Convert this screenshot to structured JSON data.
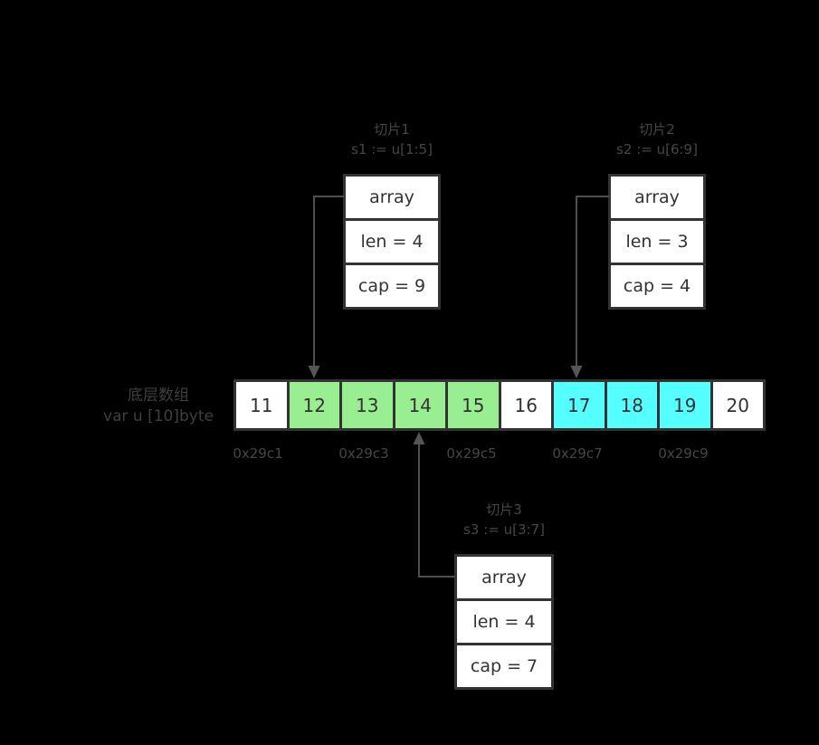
{
  "colors": {
    "background": "#000000",
    "cell_border": "#333333",
    "cell_text": "#333333",
    "dim_text": "#464646",
    "arrow": "#4f4f4f",
    "slice1_fill": "#98ee90",
    "slice2_fill": "#55ffff",
    "default_fill": "#ffffff"
  },
  "slices": [
    {
      "title": "切片1",
      "expr": "s1 := u[1:5]",
      "fields": [
        "array",
        "len = 4",
        "cap = 9"
      ]
    },
    {
      "title": "切片2",
      "expr": "s2 := u[6:9]",
      "fields": [
        "array",
        "len = 3",
        "cap = 4"
      ]
    },
    {
      "title": "切片3",
      "expr": "s3 := u[3:7]",
      "fields": [
        "array",
        "len = 4",
        "cap = 7"
      ]
    }
  ],
  "underlying_array": {
    "label": [
      "底层数组",
      "var u [10]byte"
    ],
    "cells": [
      {
        "value": "11",
        "fill": "#ffffff"
      },
      {
        "value": "12",
        "fill": "#98ee90"
      },
      {
        "value": "13",
        "fill": "#98ee90"
      },
      {
        "value": "14",
        "fill": "#98ee90"
      },
      {
        "value": "15",
        "fill": "#98ee90"
      },
      {
        "value": "16",
        "fill": "#ffffff"
      },
      {
        "value": "17",
        "fill": "#55ffff"
      },
      {
        "value": "18",
        "fill": "#55ffff"
      },
      {
        "value": "19",
        "fill": "#55ffff"
      },
      {
        "value": "20",
        "fill": "#ffffff"
      }
    ],
    "addresses": [
      "0x29c1",
      "0x29c3",
      "0x29c5",
      "0x29c7",
      "0x29c9"
    ]
  }
}
